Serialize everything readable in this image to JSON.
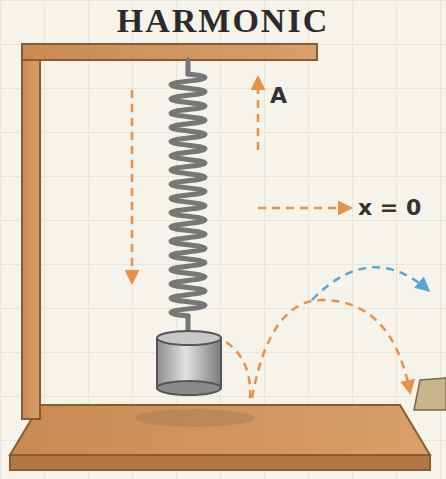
{
  "diagram": {
    "title": "HARMONIC",
    "labels": [
      "A",
      "x = 0"
    ]
  }
}
